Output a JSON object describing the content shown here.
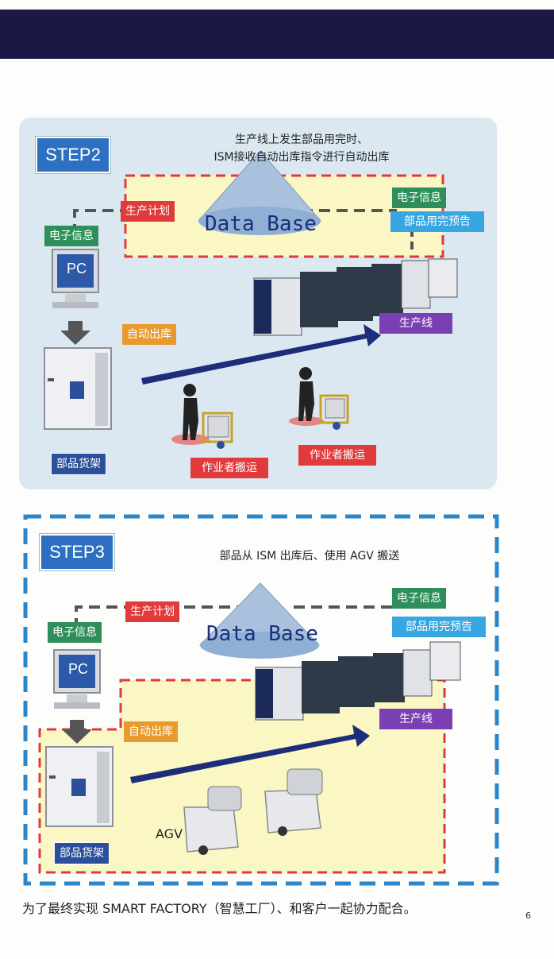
{
  "step2": {
    "label": "STEP2",
    "caption_line1": "生产线上发生部品用完时、",
    "caption_line2": "ISM接收自动出库指令进行自动出库",
    "database": "Data Base",
    "tags": {
      "production_plan": "生产计划",
      "electronic_info_right": "电子信息",
      "parts_warning": "部品用完预告",
      "electronic_info_left": "电子信息",
      "pc": "PC",
      "auto_out": "自动出库",
      "production_line": "生产线",
      "parts_rack": "部品货架",
      "worker_carry_1": "作业者搬运",
      "worker_carry_2": "作业者搬运"
    }
  },
  "step3": {
    "label": "STEP3",
    "caption": "部品从 ISM 出库后、使用 AGV 搬送",
    "database": "Data Base",
    "tags": {
      "production_plan": "生产计划",
      "electronic_info_right": "电子信息",
      "parts_warning": "部品用完预告",
      "electronic_info_left": "电子信息",
      "pc": "PC",
      "auto_out": "自动出库",
      "production_line": "生产线",
      "parts_rack": "部品货架",
      "agv": "AGV"
    }
  },
  "footer": "为了最终实现 SMART FACTORY（智慧工厂）、和客户一起协力配合。",
  "page_number": "6",
  "colors": {
    "header": "#1b1846",
    "step_badge": "#2d6fc1",
    "green_tag": "#2e8f5a",
    "red_tag": "#e03a3a",
    "orange_tag": "#e99a2e",
    "cyan_tag": "#38a6e0",
    "purple_tag": "#7b3fb4",
    "rack_tag": "#2b4f9a"
  }
}
